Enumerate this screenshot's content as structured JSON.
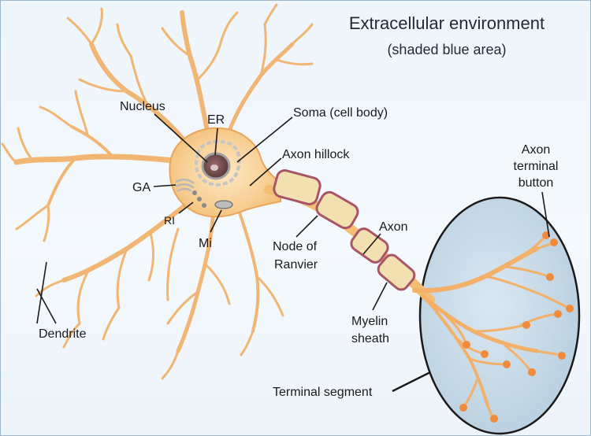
{
  "title": "Extracellular environment",
  "subtitle": "(shaded blue area)",
  "labels": {
    "nucleus": "Nucleus",
    "er": "ER",
    "soma": "Soma (cell body)",
    "axon_hillock": "Axon hillock",
    "ga": "GA",
    "ri": "RI",
    "mi": "Mi",
    "node_line1": "Node of",
    "node_line2": "Ranvier",
    "axon": "Axon",
    "myelin_line1": "Myelin",
    "myelin_line2": "sheath",
    "terminal_button_line1": "Axon",
    "terminal_button_line2": "terminal",
    "terminal_button_line3": "button",
    "dendrite": "Dendrite",
    "terminal_segment": "Terminal segment"
  },
  "colors": {
    "cell_fill": "#f6c98a",
    "cell_stroke": "#e8a250",
    "soma_center": "#fbe3b8",
    "nucleus": "#7a5555",
    "myelin": "#f3e0b0",
    "myelin_edge": "#a85568",
    "terminal_area": "#cfe0ec",
    "bouton": "#f08a3c"
  }
}
